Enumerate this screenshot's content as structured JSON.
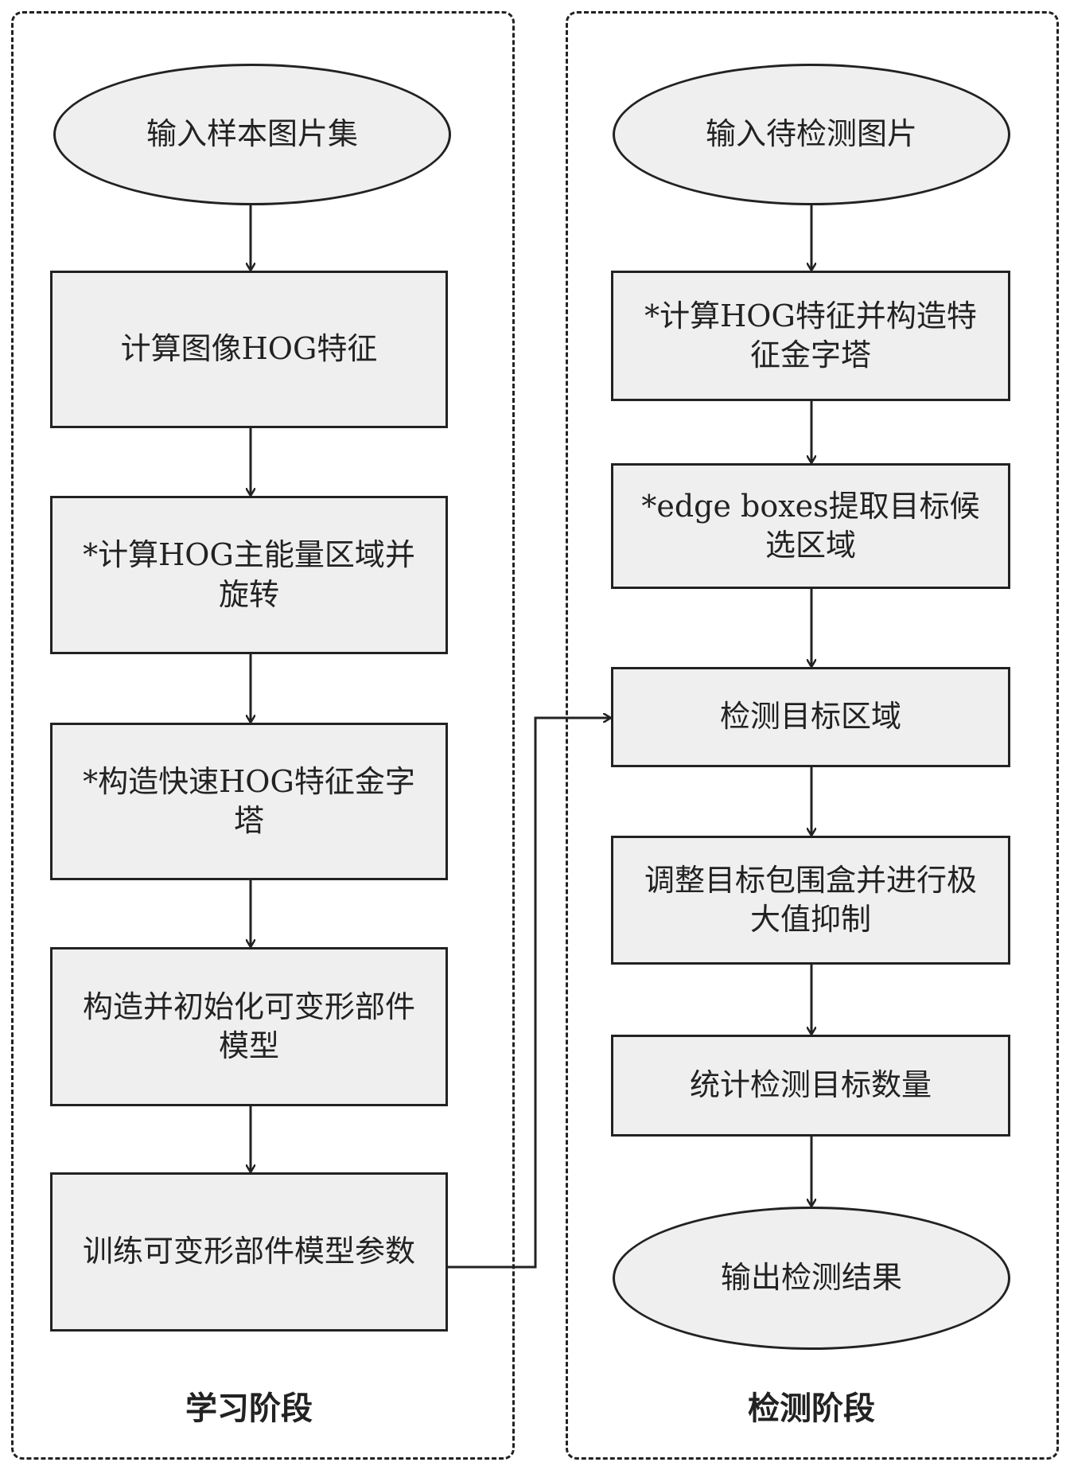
{
  "learning": {
    "stage_label": "学习阶段",
    "nodes": [
      "输入样本图片集",
      "计算图像HOG特征",
      "*计算HOG主能量区域并旋转",
      "*构造快速HOG特征金字塔",
      "构造并初始化可变形部件模型",
      "训练可变形部件模型参数"
    ]
  },
  "detection": {
    "stage_label": "检测阶段",
    "nodes": [
      "输入待检测图片",
      "*计算HOG特征并构造特征金字塔",
      "*edge boxes提取目标候选区域",
      "检测目标区域",
      "调整目标包围盒并进行极大值抑制",
      "统计检测目标数量",
      "输出检测结果"
    ]
  }
}
